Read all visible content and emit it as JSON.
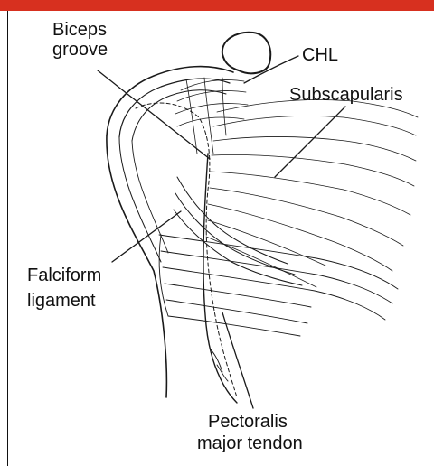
{
  "theme": {
    "top_bar_color": "#d7301f",
    "line_color": "#1a1a1a",
    "background": "#ffffff"
  },
  "labels": {
    "biceps_groove_1": "Biceps",
    "biceps_groove_2": "groove",
    "chl": "CHL",
    "subscapularis": "Subscapularis",
    "falciform_1": "Falciform",
    "falciform_2": "ligament",
    "pectoralis_1": "Pectoralis",
    "pectoralis_2": "major tendon"
  }
}
